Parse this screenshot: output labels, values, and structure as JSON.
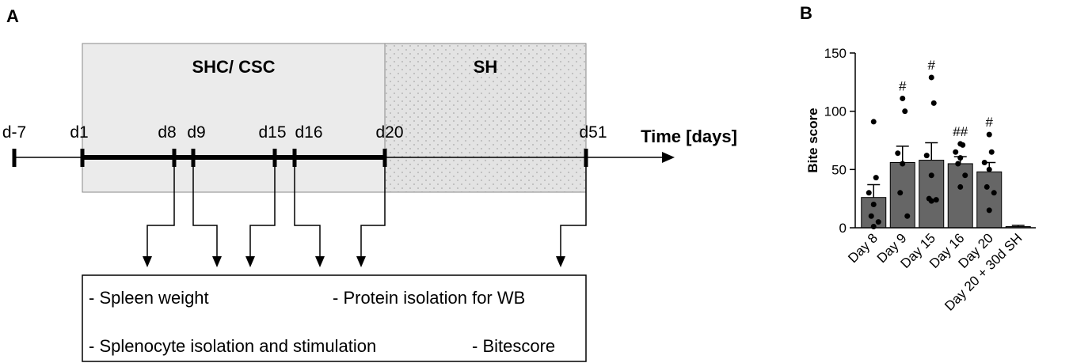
{
  "panel_a": {
    "label": "A",
    "phase_shc_csc": "SHC/ CSC",
    "phase_sh": "SH",
    "days": [
      "d-7",
      "d1",
      "d8",
      "d9",
      "d15",
      "d16",
      "d20",
      "d51"
    ],
    "axis_title": "Time [days]",
    "outcomes": {
      "spleen": "- Spleen weight",
      "protein": "- Protein isolation for WB",
      "splenocyte": "- Splenocyte isolation and stimulation",
      "bitescore": "- Bitescore"
    }
  },
  "panel_b": {
    "label": "B"
  },
  "chart_data": {
    "type": "bar",
    "ylabel": "Bite score",
    "ylim": [
      0,
      150
    ],
    "yticks": [
      "0",
      "50",
      "100",
      "150"
    ],
    "categories": [
      "Day 8",
      "Day 9",
      "Day 15",
      "Day 16",
      "Day 20",
      "Day 20 + 30d SH"
    ],
    "values": [
      26,
      56,
      58,
      55,
      48,
      1
    ],
    "sem": [
      11,
      14,
      15,
      6,
      8,
      1
    ],
    "significance": [
      "",
      "#",
      "#",
      "##",
      "#",
      ""
    ],
    "points": [
      [
        91,
        43,
        30,
        20,
        10,
        5,
        1
      ],
      [
        111,
        100,
        64,
        55,
        30,
        10
      ],
      [
        129,
        107,
        62,
        45,
        25,
        24,
        23
      ],
      [
        72,
        71,
        65,
        60,
        55,
        45,
        35
      ],
      [
        80,
        65,
        56,
        50,
        35,
        30,
        15
      ],
      []
    ],
    "bar_color": "#666666"
  }
}
